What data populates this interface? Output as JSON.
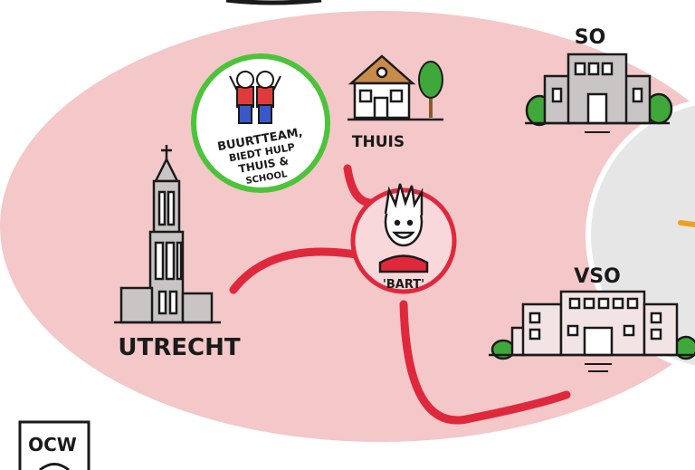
{
  "labels": {
    "buurtteam_line1": "BUURTTEAM,",
    "buurtteam_line2": "BIEDT HULP",
    "buurtteam_line3": "THUIS &",
    "buurtteam_line4": "SCHOOL",
    "thuis": "THUIS",
    "so": "SO",
    "vso": "VSO",
    "bart": "'BART'",
    "utrecht": "UTRECHT",
    "ocw": "OCW"
  },
  "colors": {
    "background": "#ffffff",
    "ellipse_pink": "#f4c7c9",
    "connector_red": "#e0283c",
    "buurtteam_ring_green": "#4cc43a",
    "building_gray": "#c9c5c5",
    "tree_green": "#3fa83a",
    "outline": "#1a1a1a"
  },
  "icons": [
    "buurtteam-people-icon",
    "house-icon",
    "tree-icon",
    "school-building-icon",
    "dom-tower-icon",
    "boy-face-icon"
  ]
}
